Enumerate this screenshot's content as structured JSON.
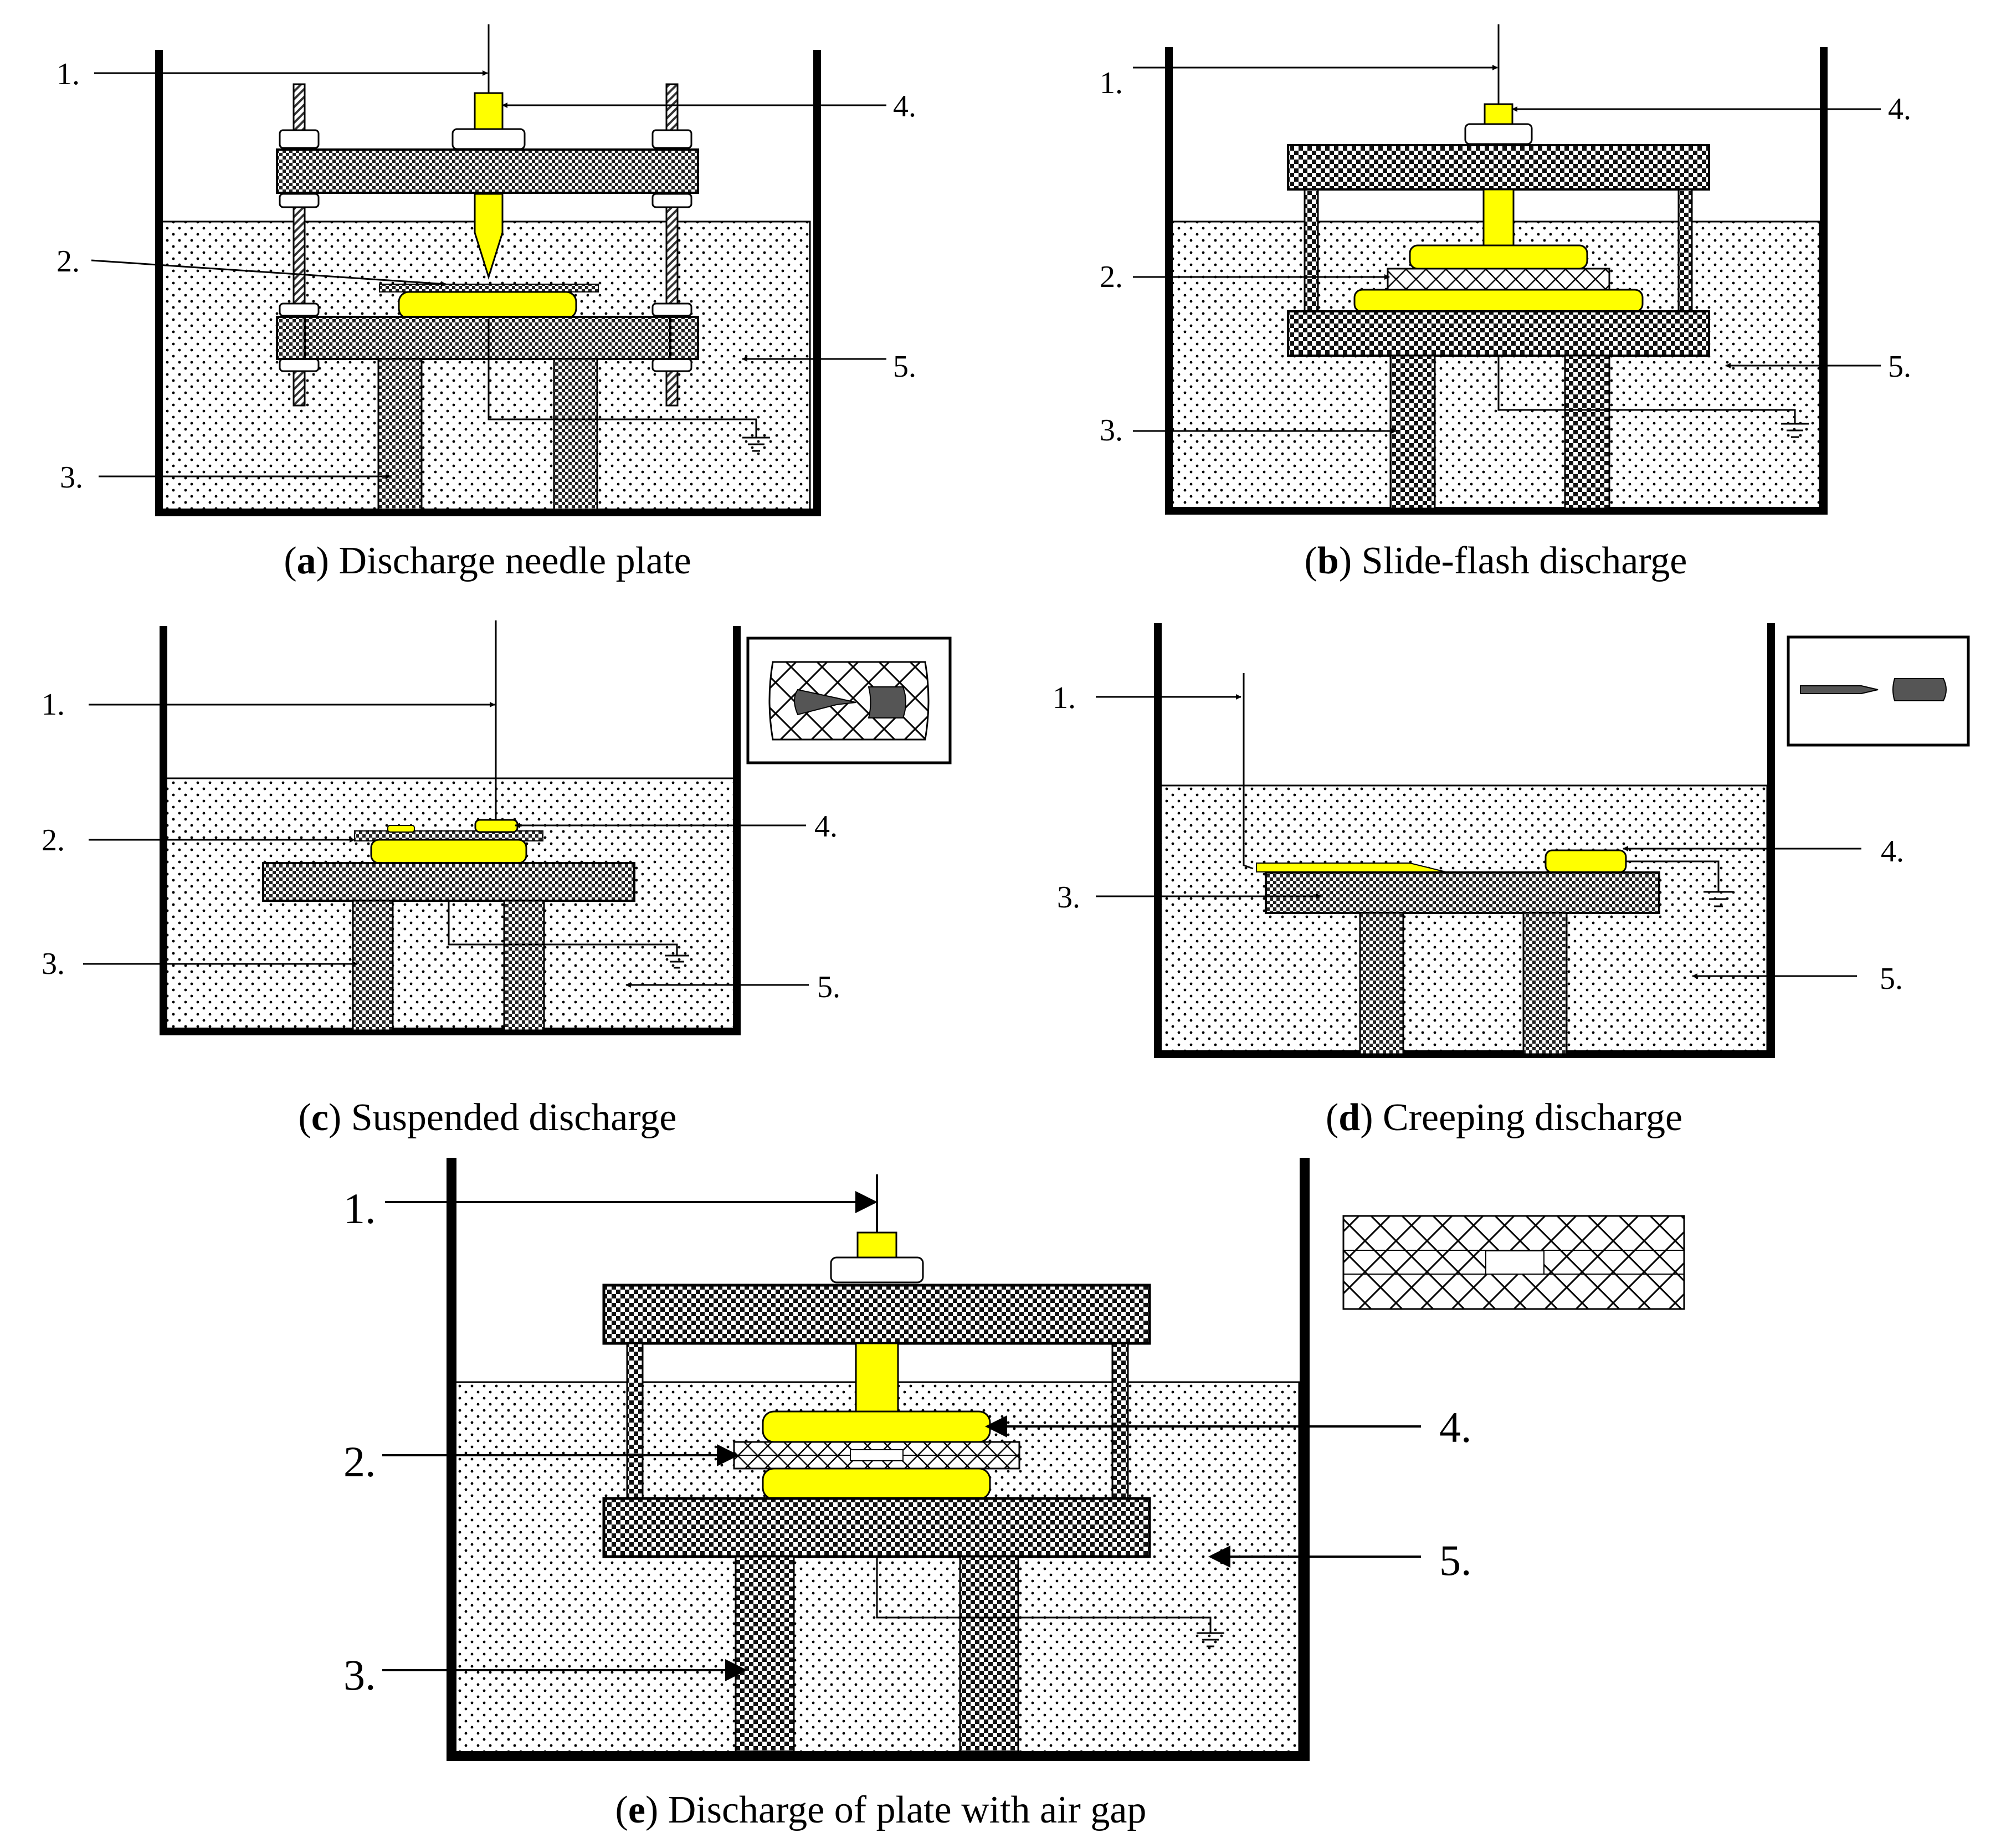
{
  "colors": {
    "electrode": "#ffff00",
    "liquid_dots": "#000000",
    "outline": "#000000"
  },
  "panels": {
    "a": {
      "letter": "a",
      "caption": "Discharge needle plate",
      "labels": [
        "1.",
        "2.",
        "3.",
        "4.",
        "5."
      ]
    },
    "b": {
      "letter": "b",
      "caption": "Slide-flash discharge",
      "labels": [
        "1.",
        "2.",
        "3.",
        "4.",
        "5."
      ]
    },
    "c": {
      "letter": "c",
      "caption": "Suspended discharge",
      "labels": [
        "1.",
        "2.",
        "3.",
        "4.",
        "5."
      ]
    },
    "d": {
      "letter": "d",
      "caption": "Creeping discharge",
      "labels": [
        "1.",
        "3.",
        "4.",
        "5."
      ]
    },
    "e": {
      "letter": "e",
      "caption": "Discharge of plate with air gap",
      "labels": [
        "1.",
        "2.",
        "3.",
        "4.",
        "5."
      ]
    }
  }
}
